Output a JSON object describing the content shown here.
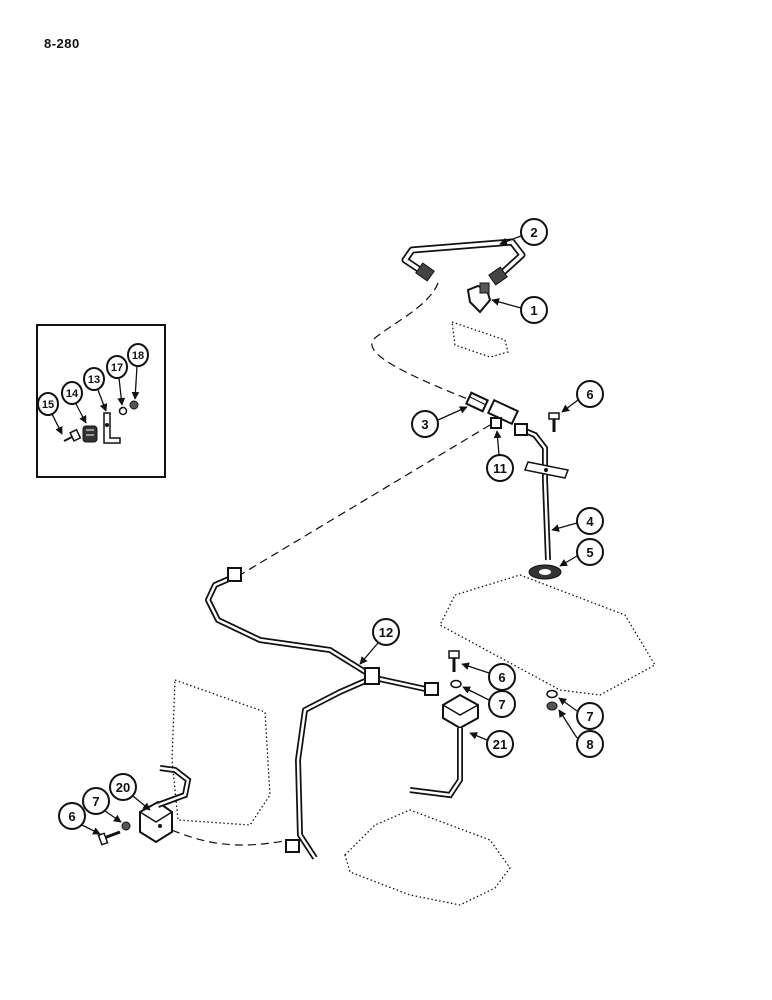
{
  "page_code": "8-280",
  "callouts": {
    "c1": "1",
    "c2": "2",
    "c3": "3",
    "c4": "4",
    "c5": "5",
    "c6a": "6",
    "c6b": "6",
    "c6c": "6",
    "c7a": "7",
    "c7b": "7",
    "c7c": "7",
    "c8": "8",
    "c11": "11",
    "c12": "12",
    "c20": "20",
    "c21": "21",
    "inset13": "13",
    "inset14": "14",
    "inset15": "15",
    "inset17": "17",
    "inset18": "18"
  }
}
